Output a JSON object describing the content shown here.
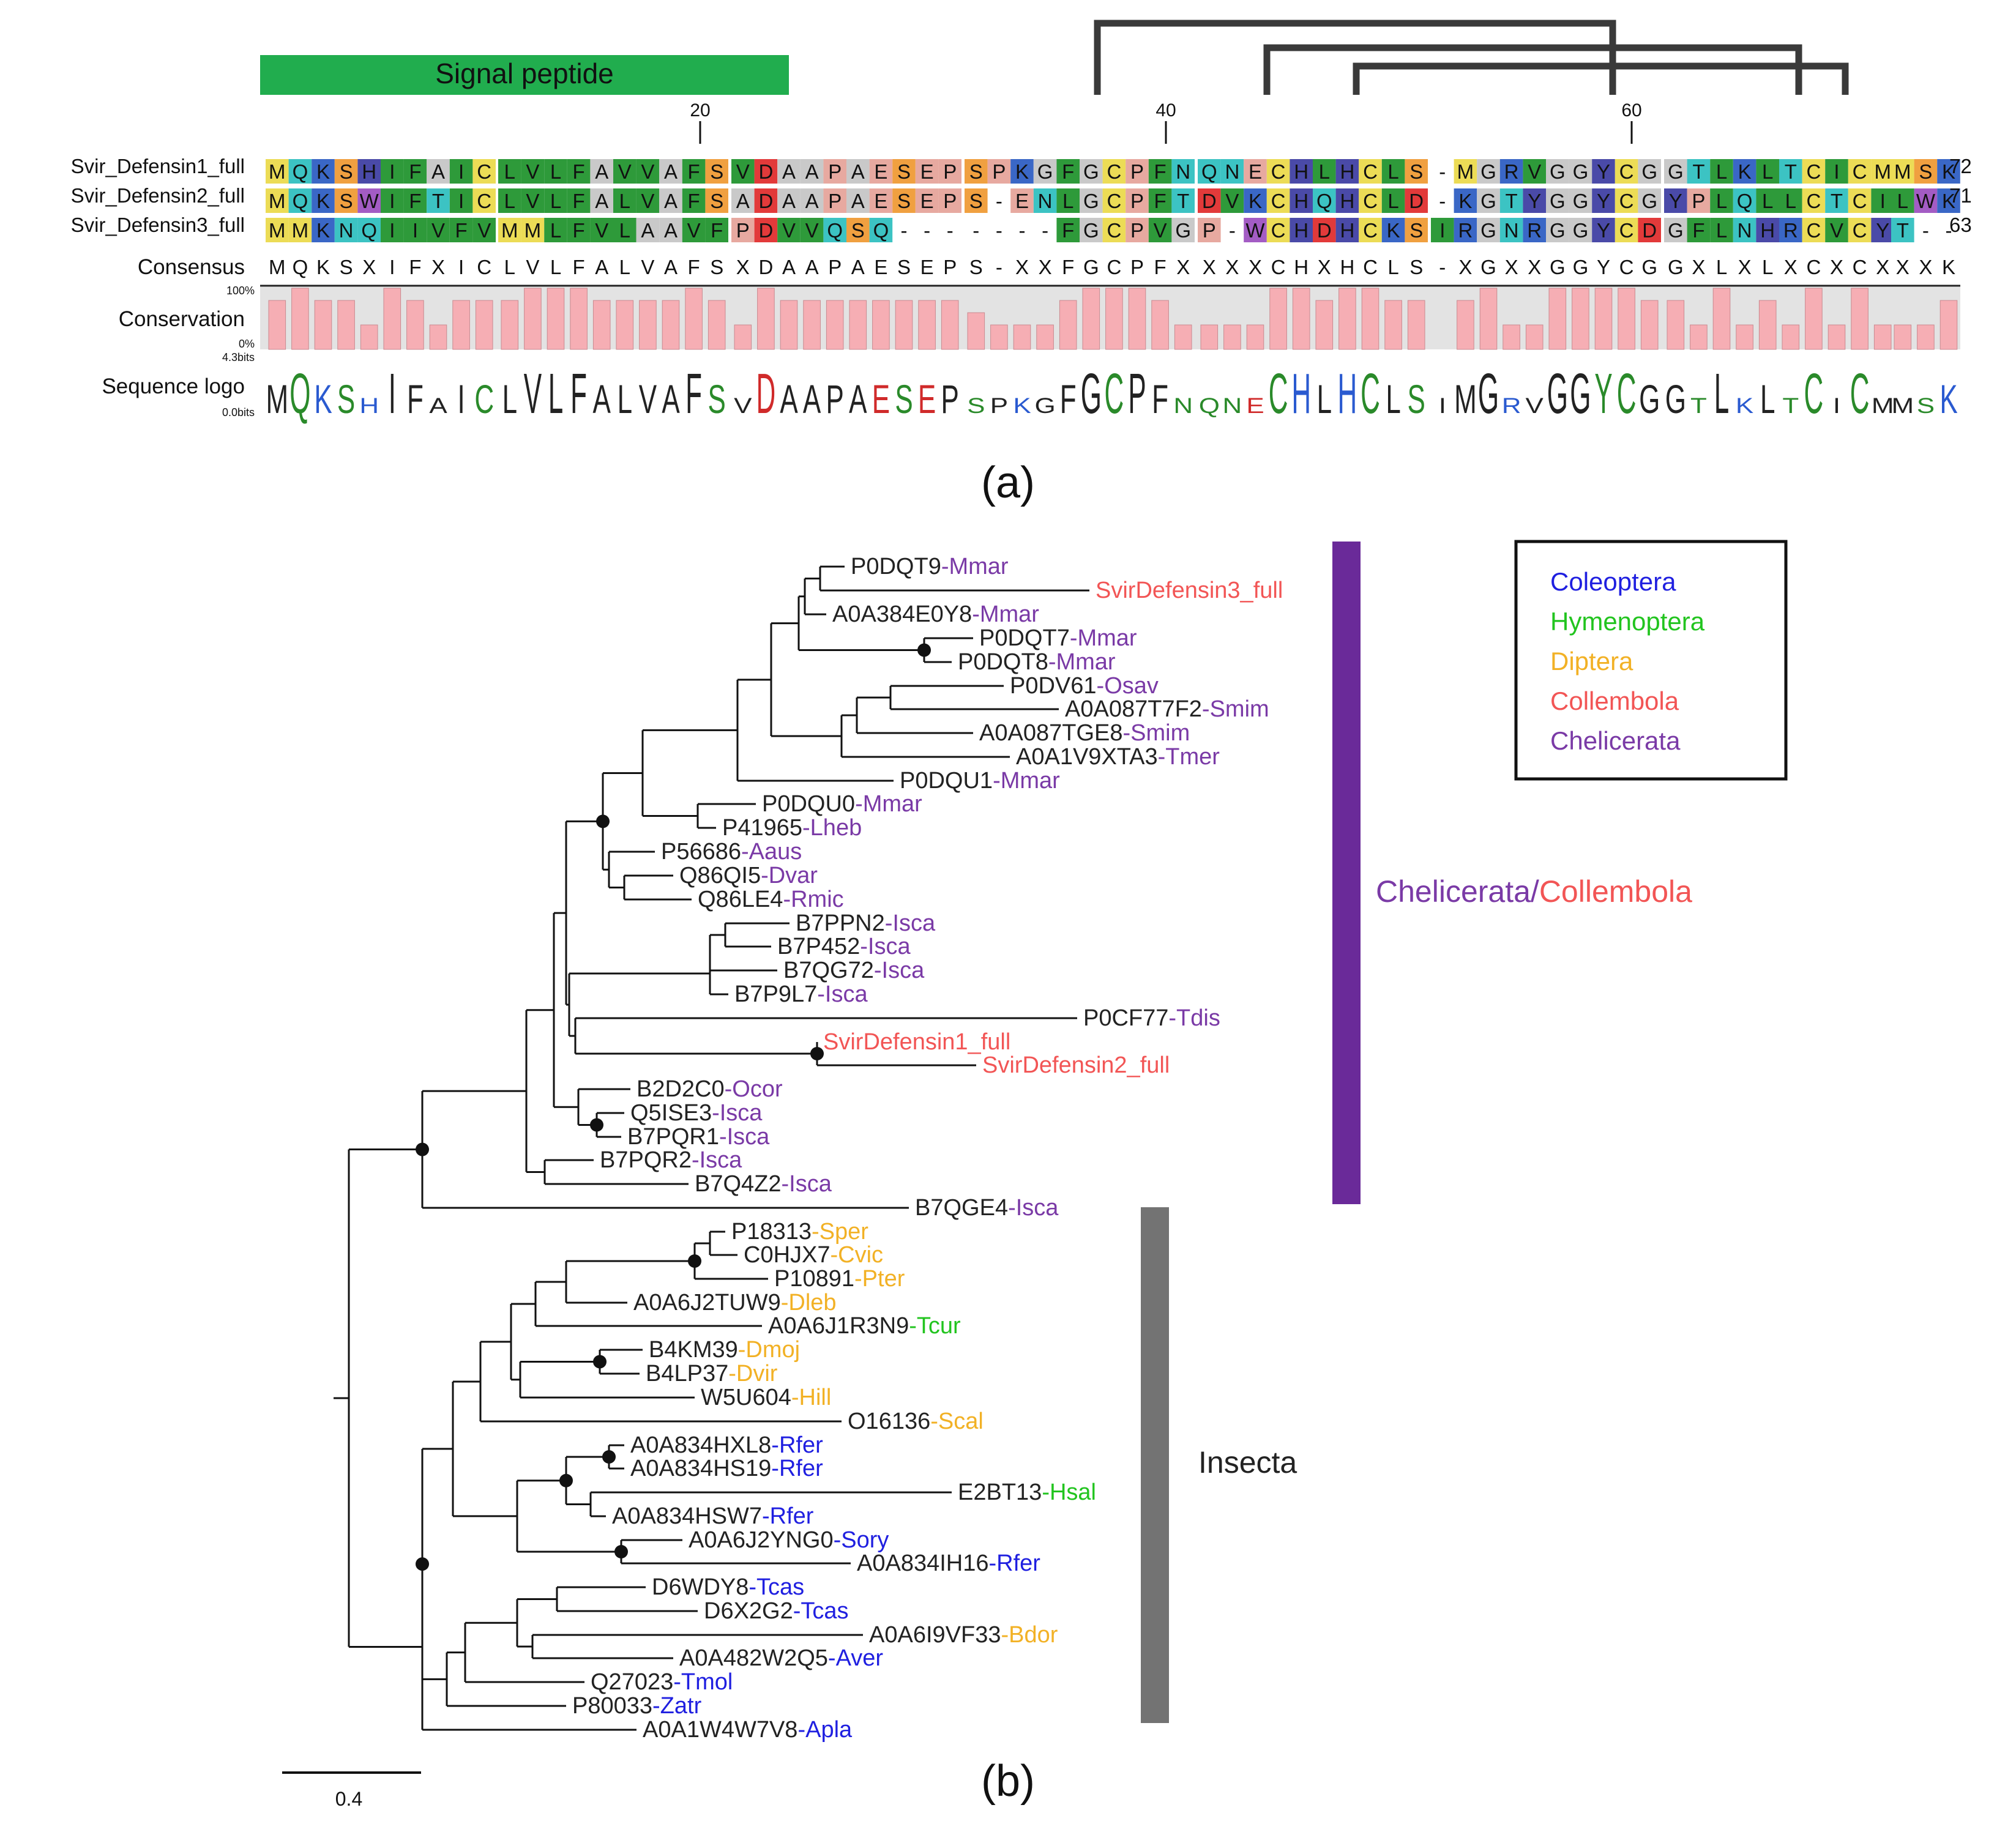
{
  "colors": {
    "aa": {
      "M": "#ecdc56",
      "Q": "#3cc3c3",
      "K": "#3a67c6",
      "S": "#f0a040",
      "H": "#4a4aa8",
      "I": "#2e9a3a",
      "F": "#2e9a3a",
      "A": "#c9c9c9",
      "C": "#ecdc56",
      "L": "#2e9a3a",
      "V": "#2e9a3a",
      "D": "#e23a3a",
      "P": "#e7a9a0",
      "E": "#e7a9a0",
      "W": "#a35cc4",
      "N": "#3cc3c3",
      "G": "#c9c9c9",
      "T": "#3cc3c3",
      "Y": "#4a4aa8",
      "R": "#3a67c6",
      "X": "#ffffff",
      "-": "#ffffff"
    },
    "signal_peptide": "#21ad4e",
    "conservation_bar": "#f6aeb4",
    "conservation_bg": "#e3e3e3",
    "taxa": {
      "Coleoptera": "#1f1fe0",
      "Hymenoptera": "#22c41f",
      "Diptera": "#f2b125",
      "Collembola": "#f25555",
      "Chelicerata": "#7a3aa6"
    },
    "chelicerata_bar": "#6a2a99",
    "insecta_bar": "#737373",
    "disulfide": "#3a3a3a"
  },
  "panel_a": {
    "signal_peptide_label": "Signal peptide",
    "position_ticks": [
      "20",
      "40",
      "60"
    ],
    "rows": [
      {
        "name": "Svir_Defensin1_full",
        "blocks": [
          "MQKSHIFAIC",
          "LVLFAVVAFS",
          "VDAAPAESEP",
          "SPKGFGCPFN",
          "QNECHLHCLS",
          "-MGRVGGYCG",
          "GTLKLTCICM",
          "MSK"
        ],
        "end": "72"
      },
      {
        "name": "Svir_Defensin2_full",
        "blocks": [
          "MQKSWIFTIC",
          "LVLFALVAFS",
          "ADAAPAESEP",
          "S-ENLGCPFT",
          "DVKCHQHCLD",
          "-KGTYGGYCG",
          "YPLQLLCTCI",
          "LWK"
        ],
        "end": "71"
      },
      {
        "name": "Svir_Defensin3_full",
        "blocks": [
          "MMKNQIIVFV",
          "MMLFVLAAVF",
          "PDVVQSQ---",
          "----FGCPVG",
          "P-WCHDHCKS",
          "IRGNRGGYCD",
          "GFLNHRCVCY",
          "T--"
        ],
        "end": "63"
      }
    ],
    "consensus_label": "Consensus",
    "consensus_blocks": [
      "MQKSXIFXIC",
      "LVLFALVAFS",
      "XDAAPAESEP",
      "S-XXFGCPFX",
      "XXXCHXHCLS",
      "-XGXXGGYCG",
      "GXLXLXCXCX",
      "XXK"
    ],
    "conservation_label": "Conservation",
    "conservation_top": "100%",
    "conservation_bottom": "0%",
    "conservation_values": [
      [
        0.8,
        1.0,
        0.8,
        0.8,
        0.4,
        1.0,
        0.8,
        0.4,
        0.8,
        0.8
      ],
      [
        0.8,
        1.0,
        1.0,
        1.0,
        0.8,
        0.8,
        0.8,
        0.8,
        1.0,
        0.8
      ],
      [
        0.4,
        1.0,
        0.8,
        0.8,
        0.8,
        0.8,
        0.8,
        0.8,
        0.8,
        0.8
      ],
      [
        0.6,
        0.4,
        0.4,
        0.4,
        0.8,
        1.0,
        1.0,
        1.0,
        0.8,
        0.4
      ],
      [
        0.4,
        0.4,
        0.4,
        1.0,
        1.0,
        0.8,
        1.0,
        1.0,
        0.8,
        0.8
      ],
      [
        0.0,
        0.8,
        1.0,
        0.4,
        0.4,
        1.0,
        1.0,
        1.0,
        1.0,
        0.8
      ],
      [
        0.8,
        0.4,
        1.0,
        0.4,
        0.8,
        0.4,
        1.0,
        0.4,
        1.0,
        0.4
      ],
      [
        0.4,
        0.4,
        0.8
      ]
    ],
    "logo_label": "Sequence logo",
    "logo_top": "4.3bits",
    "logo_bottom": "0.0bits",
    "caption": "(a)"
  },
  "panel_b": {
    "nodes": [
      {
        "id": "P0DQT9",
        "sp": "Mmar",
        "taxon": "Chelicerata"
      },
      {
        "id": "SvirDefensin3_full",
        "sp": "",
        "taxon": "Collembola"
      },
      {
        "id": "A0A384E0Y8",
        "sp": "Mmar",
        "taxon": "Chelicerata"
      },
      {
        "id": "P0DQT7",
        "sp": "Mmar",
        "taxon": "Chelicerata"
      },
      {
        "id": "P0DQT8",
        "sp": "Mmar",
        "taxon": "Chelicerata"
      },
      {
        "id": "P0DV61",
        "sp": "Osav",
        "taxon": "Chelicerata"
      },
      {
        "id": "A0A087T7F2",
        "sp": "Smim",
        "taxon": "Chelicerata"
      },
      {
        "id": "A0A087TGE8",
        "sp": "Smim",
        "taxon": "Chelicerata"
      },
      {
        "id": "A0A1V9XTA3",
        "sp": "Tmer",
        "taxon": "Chelicerata"
      },
      {
        "id": "P0DQU1",
        "sp": "Mmar",
        "taxon": "Chelicerata"
      },
      {
        "id": "P0DQU0",
        "sp": "Mmar",
        "taxon": "Chelicerata"
      },
      {
        "id": "P41965",
        "sp": "Lheb",
        "taxon": "Chelicerata"
      },
      {
        "id": "P56686",
        "sp": "Aaus",
        "taxon": "Chelicerata"
      },
      {
        "id": "Q86QI5",
        "sp": "Dvar",
        "taxon": "Chelicerata"
      },
      {
        "id": "Q86LE4",
        "sp": "Rmic",
        "taxon": "Chelicerata"
      },
      {
        "id": "B7PPN2",
        "sp": "Isca",
        "taxon": "Chelicerata"
      },
      {
        "id": "B7P452",
        "sp": "Isca",
        "taxon": "Chelicerata"
      },
      {
        "id": "B7QG72",
        "sp": "Isca",
        "taxon": "Chelicerata"
      },
      {
        "id": "B7P9L7",
        "sp": "Isca",
        "taxon": "Chelicerata"
      },
      {
        "id": "P0CF77",
        "sp": "Tdis",
        "taxon": "Chelicerata"
      },
      {
        "id": "SvirDefensin1_full",
        "sp": "",
        "taxon": "Collembola"
      },
      {
        "id": "SvirDefensin2_full",
        "sp": "",
        "taxon": "Collembola"
      },
      {
        "id": "B2D2C0",
        "sp": "Ocor",
        "taxon": "Chelicerata"
      },
      {
        "id": "Q5ISE3",
        "sp": "Isca",
        "taxon": "Chelicerata"
      },
      {
        "id": "B7PQR1",
        "sp": "Isca",
        "taxon": "Chelicerata"
      },
      {
        "id": "B7PQR2",
        "sp": "Isca",
        "taxon": "Chelicerata"
      },
      {
        "id": "B7Q4Z2",
        "sp": "Isca",
        "taxon": "Chelicerata"
      },
      {
        "id": "B7QGE4",
        "sp": "Isca",
        "taxon": "Chelicerata"
      },
      {
        "id": "P18313",
        "sp": "Sper",
        "taxon": "Diptera"
      },
      {
        "id": "C0HJX7",
        "sp": "Cvic",
        "taxon": "Diptera"
      },
      {
        "id": "P10891",
        "sp": "Pter",
        "taxon": "Diptera"
      },
      {
        "id": "A0A6J2TUW9",
        "sp": "Dleb",
        "taxon": "Diptera"
      },
      {
        "id": "A0A6J1R3N9",
        "sp": "Tcur",
        "taxon": "Hymenoptera"
      },
      {
        "id": "B4KM39",
        "sp": "Dmoj",
        "taxon": "Diptera"
      },
      {
        "id": "B4LP37",
        "sp": "Dvir",
        "taxon": "Diptera"
      },
      {
        "id": "W5U604",
        "sp": "Hill",
        "taxon": "Diptera"
      },
      {
        "id": "O16136",
        "sp": "Scal",
        "taxon": "Diptera"
      },
      {
        "id": "A0A834HXL8",
        "sp": "Rfer",
        "taxon": "Coleoptera"
      },
      {
        "id": "A0A834HS19",
        "sp": "Rfer",
        "taxon": "Coleoptera"
      },
      {
        "id": "E2BT13",
        "sp": "Hsal",
        "taxon": "Hymenoptera"
      },
      {
        "id": "A0A834HSW7",
        "sp": "Rfer",
        "taxon": "Coleoptera"
      },
      {
        "id": "A0A6J2YNG0",
        "sp": "Sory",
        "taxon": "Coleoptera"
      },
      {
        "id": "A0A834IH16",
        "sp": "Rfer",
        "taxon": "Coleoptera"
      },
      {
        "id": "D6WDY8",
        "sp": "Tcas",
        "taxon": "Coleoptera"
      },
      {
        "id": "D6X2G2",
        "sp": "Tcas",
        "taxon": "Coleoptera"
      },
      {
        "id": "A0A6I9VF33",
        "sp": "Bdor",
        "taxon": "Diptera"
      },
      {
        "id": "A0A482W2Q5",
        "sp": "Aver",
        "taxon": "Coleoptera"
      },
      {
        "id": "Q27023",
        "sp": "Tmol",
        "taxon": "Coleoptera"
      },
      {
        "id": "P80033",
        "sp": "Zatr",
        "taxon": "Coleoptera"
      },
      {
        "id": "A0A1W4W7V8",
        "sp": "Apla",
        "taxon": "Coleoptera"
      }
    ],
    "legend": [
      "Coleoptera",
      "Hymenoptera",
      "Diptera",
      "Collembola",
      "Chelicerata"
    ],
    "clade_label_1": "Chelicerata",
    "clade_label_sep": "/",
    "clade_label_2": "Collembola",
    "clade_label_insecta": "Insecta",
    "scale_label": "0.4",
    "caption": "(b)"
  }
}
